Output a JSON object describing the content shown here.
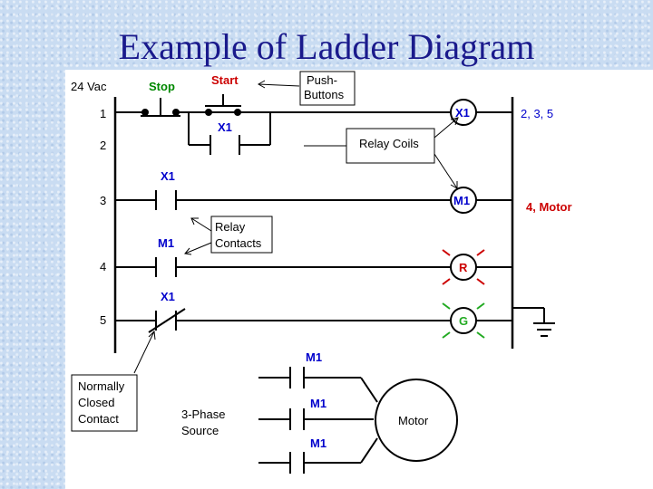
{
  "title": "Example of Ladder Diagram",
  "supply": "24 Vac",
  "rungs": [
    "1",
    "2",
    "3",
    "4",
    "5"
  ],
  "pushbuttons": {
    "stop": "Stop",
    "start": "Start"
  },
  "contacts": {
    "x1_seal": "X1",
    "x1_rung3": "X1",
    "m1_rung4": "M1",
    "x1_rung5": "X1"
  },
  "coils": {
    "x1": "X1",
    "m1": "M1",
    "r": "R",
    "g": "G"
  },
  "cross_refs": {
    "x1": "2, 3, 5",
    "m1": "4, Motor"
  },
  "callouts": {
    "push_buttons_1": "Push-",
    "push_buttons_2": "Buttons",
    "relay_coils": "Relay Coils",
    "relay_contacts_1": "Relay",
    "relay_contacts_2": "Contacts",
    "normally_closed_1": "Normally",
    "normally_closed_2": "Closed",
    "normally_closed_3": "Contact"
  },
  "motor_section": {
    "source_1": "3-Phase",
    "source_2": "Source",
    "contact_labels": [
      "M1",
      "M1",
      "M1"
    ],
    "motor": "Motor"
  },
  "colors": {
    "title": "#1a1a8c",
    "contact_labels": "#0000cc",
    "stop": "#008800",
    "start": "#cc0000",
    "red_lamp": "#cc0000",
    "green_lamp": "#22aa22"
  }
}
